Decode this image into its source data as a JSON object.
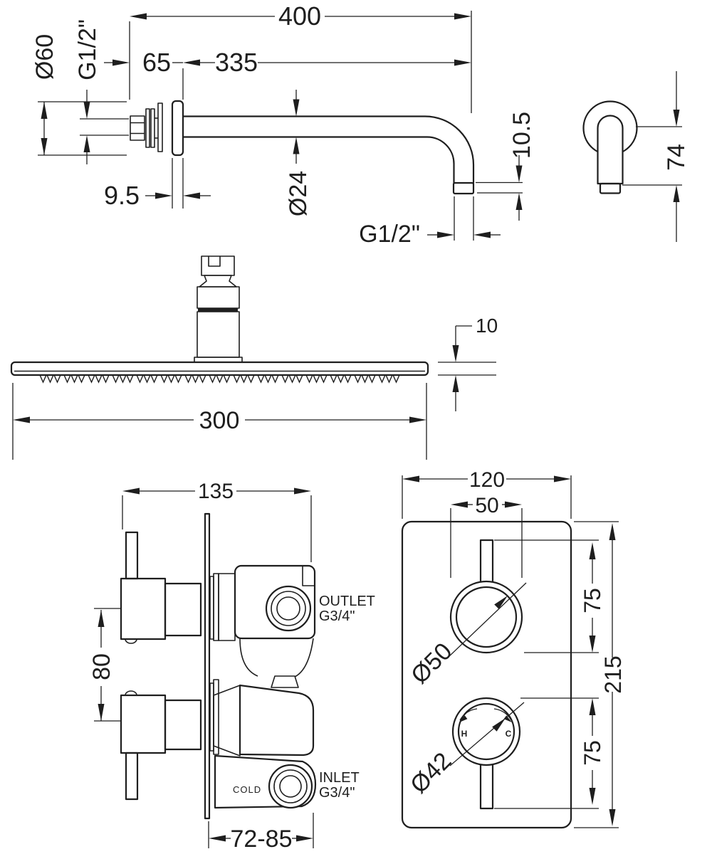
{
  "title": "Shower system technical drawing",
  "colors": {
    "line": "#1e1e1e",
    "background": "#ffffff"
  },
  "views": {
    "arm_side": {
      "dims": {
        "total_length": "400",
        "arm_length": "335",
        "wall_section": "65",
        "flange_diameter": "Ø60",
        "wall_thread": "G1/2\"",
        "flange_thickness": "9.5",
        "tube_diameter": "Ø24",
        "outlet_stub": "10.5",
        "outlet_thread": "G1/2\""
      }
    },
    "arm_front": {
      "dims": {
        "drop": "74"
      }
    },
    "head": {
      "dims": {
        "diameter": "300",
        "thickness": "10"
      }
    },
    "valve_side": {
      "dims": {
        "depth": "135",
        "handle_spacing": "80",
        "recess_range": "72-85"
      },
      "labels": {
        "outlet": "OUTLET",
        "outlet_thread": "G3/4\"",
        "inlet": "INLET",
        "inlet_thread": "G3/4\"",
        "cold": "COLD"
      }
    },
    "valve_front": {
      "dims": {
        "plate_width": "120",
        "handle_inset": "50",
        "top_handle_diameter": "Ø50",
        "bottom_handle_diameter": "Ø42",
        "upper_span": "75",
        "lower_span": "75",
        "plate_height": "215"
      },
      "labels": {
        "hot": "H",
        "cold": "C"
      }
    }
  }
}
